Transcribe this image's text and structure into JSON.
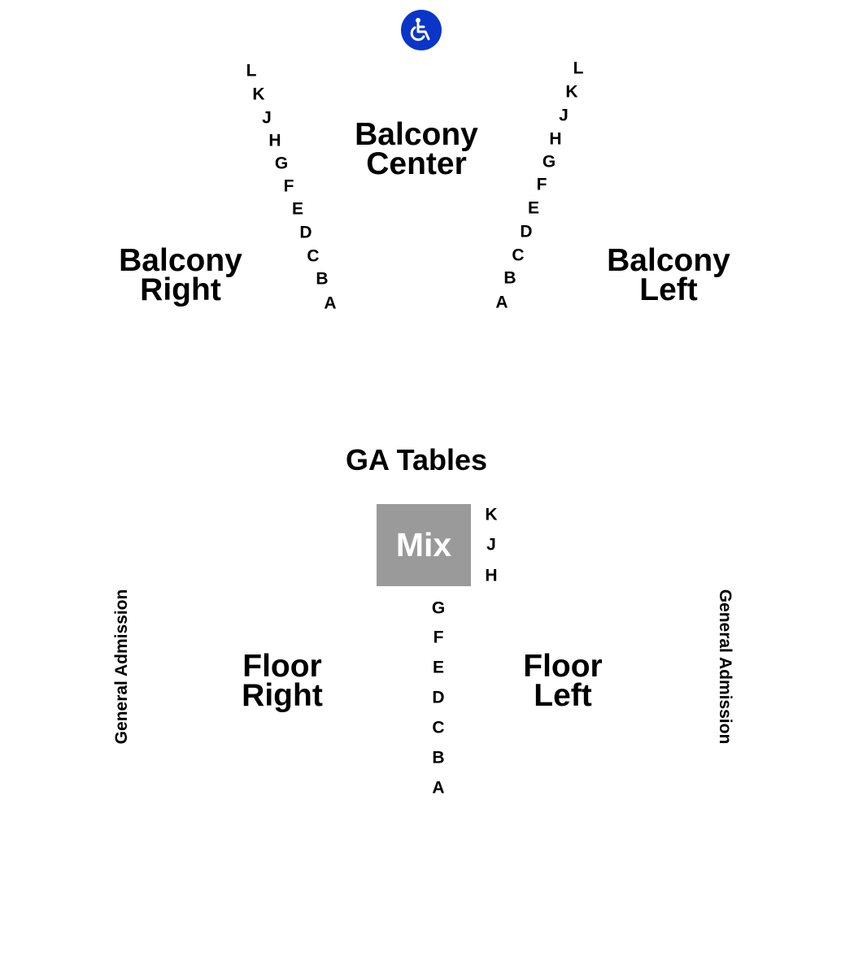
{
  "icons": {
    "wheelchair": {
      "name": "wheelchair-icon",
      "color": "#0a35c9"
    }
  },
  "sections": {
    "balcony_center": [
      "Balcony",
      "Center"
    ],
    "balcony_right": [
      "Balcony",
      "Right"
    ],
    "balcony_left": [
      "Balcony",
      "Left"
    ],
    "ga_tables": "GA Tables",
    "floor_right": [
      "Floor",
      "Right"
    ],
    "floor_left": [
      "Floor",
      "Left"
    ],
    "general_admission_left": "General Admission",
    "general_admission_right": "General Admission"
  },
  "mix": {
    "label": "Mix",
    "color": "#9a9a9a"
  },
  "rows": {
    "balcony_right": [
      "L",
      "K",
      "J",
      "H",
      "G",
      "F",
      "E",
      "D",
      "C",
      "B",
      "A"
    ],
    "balcony_left": [
      "L",
      "K",
      "J",
      "H",
      "G",
      "F",
      "E",
      "D",
      "C",
      "B",
      "A"
    ],
    "floor_upper": [
      "K",
      "J",
      "H"
    ],
    "floor_lower": [
      "G",
      "F",
      "E",
      "D",
      "C",
      "B",
      "A"
    ]
  }
}
